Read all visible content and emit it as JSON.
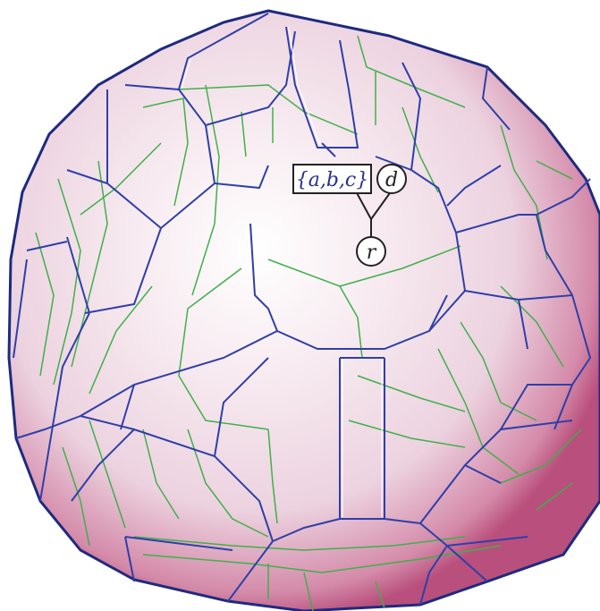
{
  "diagram": {
    "labels": {
      "set_label": "{a,b,c}",
      "leaf_label": "d",
      "root_label": "r"
    },
    "colors": {
      "outline": "#1e2a80",
      "blue_edges": "#2f3fa8",
      "green_edges": "#3fb04a",
      "shade_center": "#ffffff",
      "shade_edge": "#c9648f",
      "tree": "#222222"
    }
  }
}
